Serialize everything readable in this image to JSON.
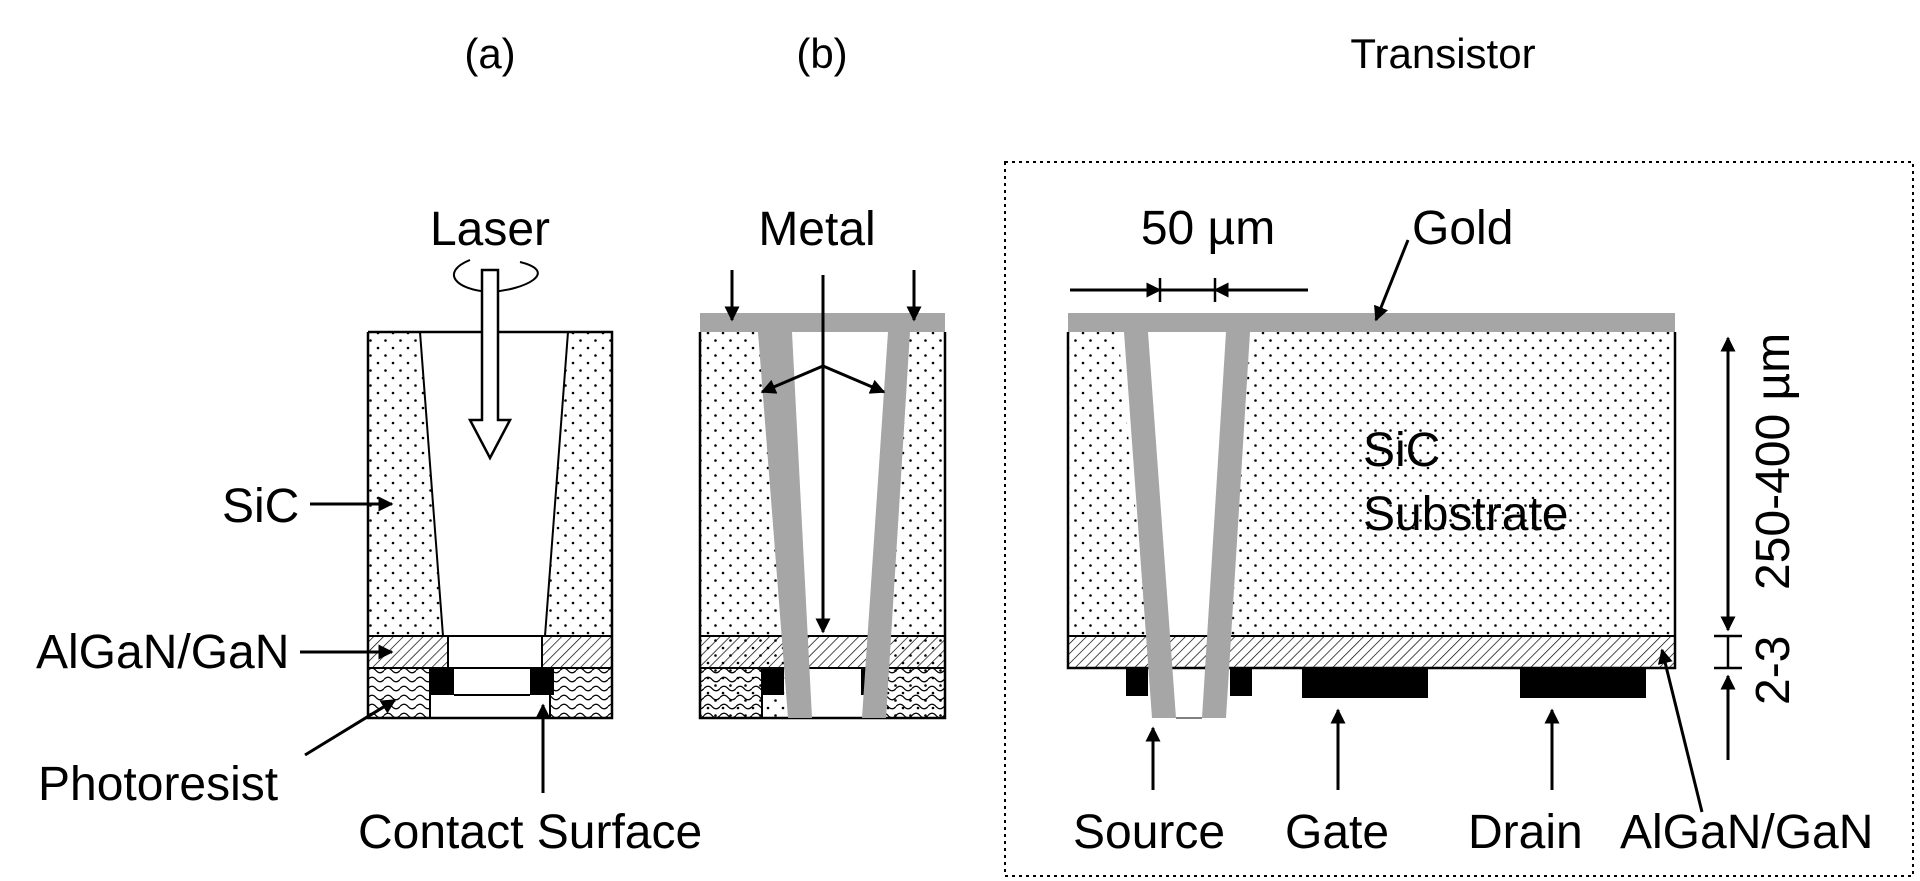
{
  "panels": {
    "a": "(a)",
    "b": "(b)",
    "transistor": "Transistor"
  },
  "panel_a": {
    "laser": "Laser",
    "sic": "SiC",
    "algan_gan": "AlGaN/GaN",
    "photoresist": "Photoresist",
    "contact_surface": "Contact Surface"
  },
  "panel_b": {
    "metal": "Metal"
  },
  "transistor": {
    "width": "50 µm",
    "gold": "Gold",
    "substrate_line1": "SiC",
    "substrate_line2": "Substrate",
    "thickness": "250-400 µm",
    "layer_thickness": "2-3",
    "source": "Source",
    "gate": "Gate",
    "drain": "Drain",
    "algan_gan": "AlGaN/GaN"
  },
  "colors": {
    "metal": "#a6a6a6",
    "ink": "#000000",
    "background": "#ffffff"
  }
}
